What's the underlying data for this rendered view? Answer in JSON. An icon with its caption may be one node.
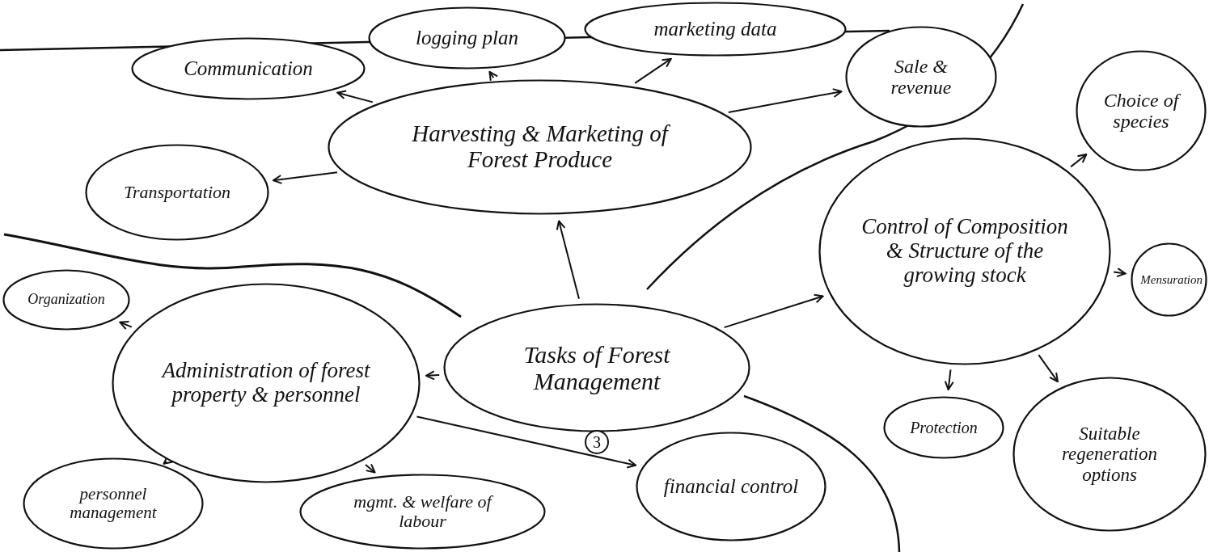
{
  "diagram": {
    "nodes": [
      {
        "text": [
          "Tasks of Forest Management",
          "3"
        ]
      },
      {
        "text": [
          "Harvesting & Marketing of Forest Produce"
        ]
      },
      {
        "text": [
          "Communication"
        ]
      },
      {
        "text": [
          "logging plan"
        ]
      },
      {
        "text": [
          "marketing data"
        ]
      },
      {
        "text": [
          "Transportation"
        ]
      },
      {
        "text": [
          "Sale & revenue"
        ]
      },
      {
        "text": [
          "Control of Composition & Structure of the growing stock"
        ]
      },
      {
        "text": [
          "Choice of species"
        ]
      },
      {
        "text": [
          "Mensuration"
        ]
      },
      {
        "text": [
          "Protection"
        ]
      },
      {
        "text": [
          "Suitable regeneration options"
        ]
      },
      {
        "text": [
          "Administration of forest property & personnel"
        ]
      },
      {
        "text": [
          "Organization"
        ]
      },
      {
        "text": [
          "personnel management"
        ]
      },
      {
        "text": [
          "mgmt. & welfare of labour"
        ]
      },
      {
        "text": [
          "financial control"
        ]
      }
    ],
    "edges": [
      {
        "from": 0,
        "to": 1,
        "arrow": "to"
      },
      {
        "from": 0,
        "to": 7,
        "arrow": "to"
      },
      {
        "from": 0,
        "to": 12,
        "arrow": "to"
      },
      {
        "from": 1,
        "to": 2,
        "arrow": "to"
      },
      {
        "from": 1,
        "to": 3,
        "arrow": "to"
      },
      {
        "from": 1,
        "to": 4,
        "arrow": "to"
      },
      {
        "from": 1,
        "to": 5,
        "arrow": "to"
      },
      {
        "from": 1,
        "to": 6,
        "arrow": "to"
      },
      {
        "from": 7,
        "to": 8,
        "arrow": "to"
      },
      {
        "from": 7,
        "to": 9,
        "arrow": "to"
      },
      {
        "from": 7,
        "to": 10,
        "arrow": "to"
      },
      {
        "from": 7,
        "to": 11,
        "arrow": "to"
      },
      {
        "from": 12,
        "to": 13,
        "arrow": "to"
      },
      {
        "from": 12,
        "to": 14,
        "arrow": "to"
      },
      {
        "from": 12,
        "to": 15,
        "arrow": "to"
      },
      {
        "from": 12,
        "to": 16,
        "arrow": "to"
      }
    ]
  }
}
